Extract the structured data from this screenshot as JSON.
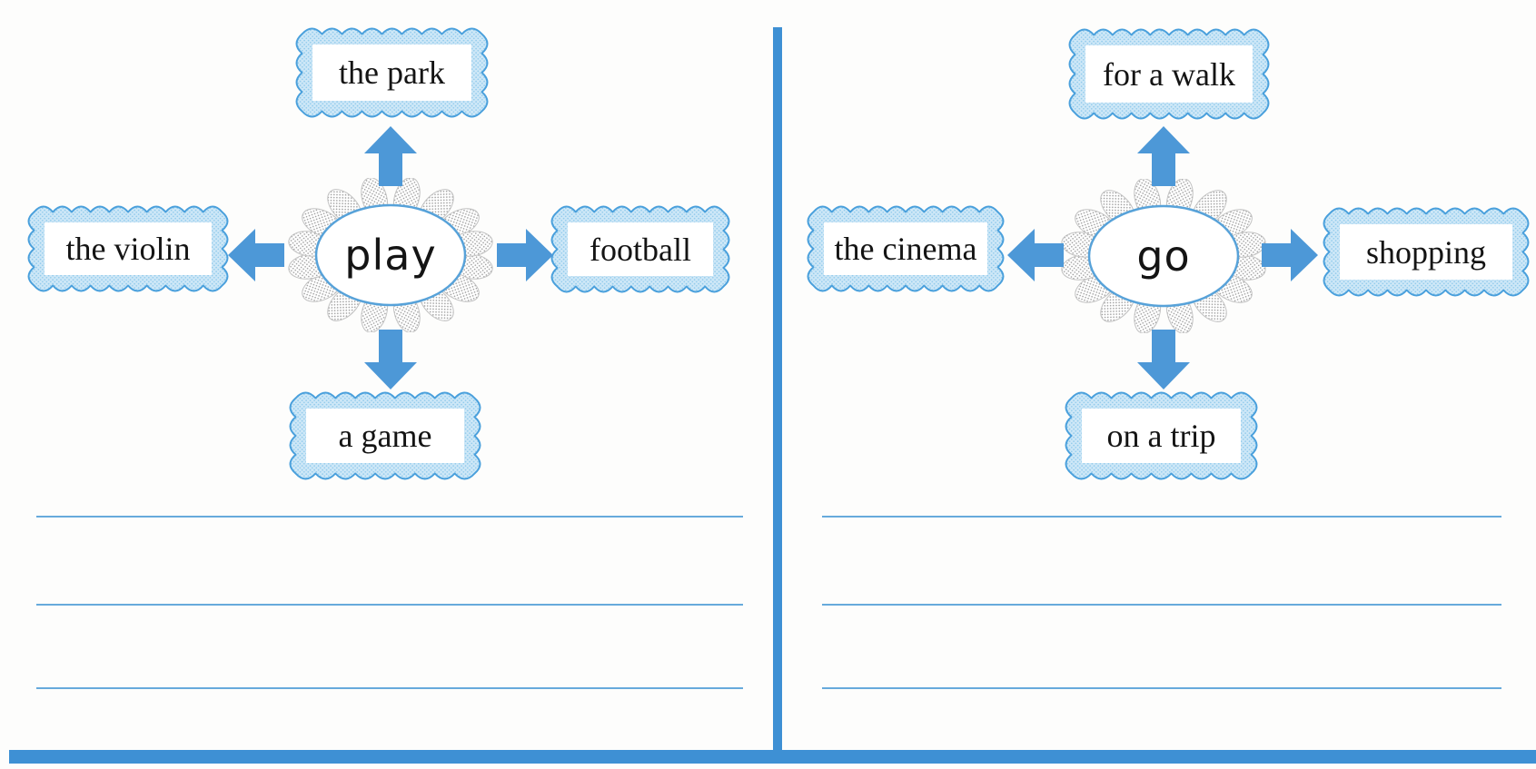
{
  "colors": {
    "arrow": "#4d98d7",
    "divider": "#3e90d4",
    "rule_line": "#4c9bd6",
    "frame_stroke": "#4aa0dc",
    "frame_fill": "#cde7f7",
    "frame_dot": "#92cbec",
    "petal_dot": "#9a9a9a",
    "petal_stroke": "#c3c3c3",
    "oval_stroke": "#57a2d9",
    "label_text": "#141414"
  },
  "left_diagram": {
    "center_word": "play",
    "top_label": "the park",
    "left_label": "the violin",
    "right_label": "football",
    "bottom_label": "a game"
  },
  "right_diagram": {
    "center_word": "go",
    "top_label": "for a walk",
    "left_label": "the cinema",
    "right_label": "shopping",
    "bottom_label": "on a trip"
  }
}
